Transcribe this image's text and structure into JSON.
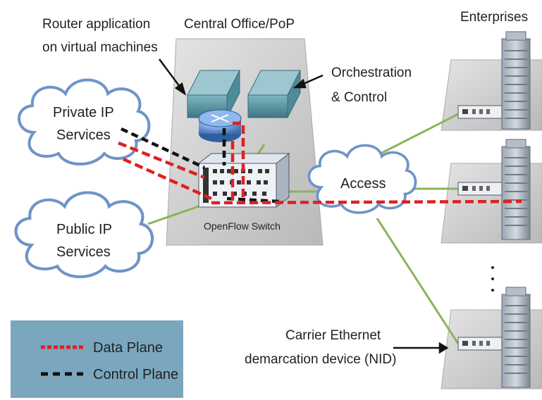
{
  "labels": {
    "router_app_line1": "Router application",
    "router_app_line2": "on virtual machines",
    "central_office": "Central Office/PoP",
    "enterprises": "Enterprises",
    "orchestration_line1": "Orchestration",
    "orchestration_line2": "& Control",
    "private_ip_line1": "Private IP",
    "private_ip_line2": "Services",
    "public_ip_line1": "Public IP",
    "public_ip_line2": "Services",
    "access": "Access",
    "openflow_switch": "OpenFlow Switch",
    "nid_line1": "Carrier Ethernet",
    "nid_line2": "demarcation device (NID)",
    "ellipsis": "·\n·\n·"
  },
  "legend": {
    "data_plane": "Data Plane",
    "control_plane": "Control Plane"
  },
  "colors": {
    "data_plane": "#e02020",
    "control_plane": "#111111",
    "link": "#8bb35a",
    "cloud_fill": "#ffffff",
    "cloud_stroke": "#6e94c8",
    "legend_bg": "#7ba7be",
    "platform": "#c8c8c8",
    "server": "#5f9aa8"
  },
  "icons": [
    "cloud-icon",
    "server-icon",
    "router-icon",
    "switch-icon",
    "building-icon",
    "nid-device-icon"
  ]
}
